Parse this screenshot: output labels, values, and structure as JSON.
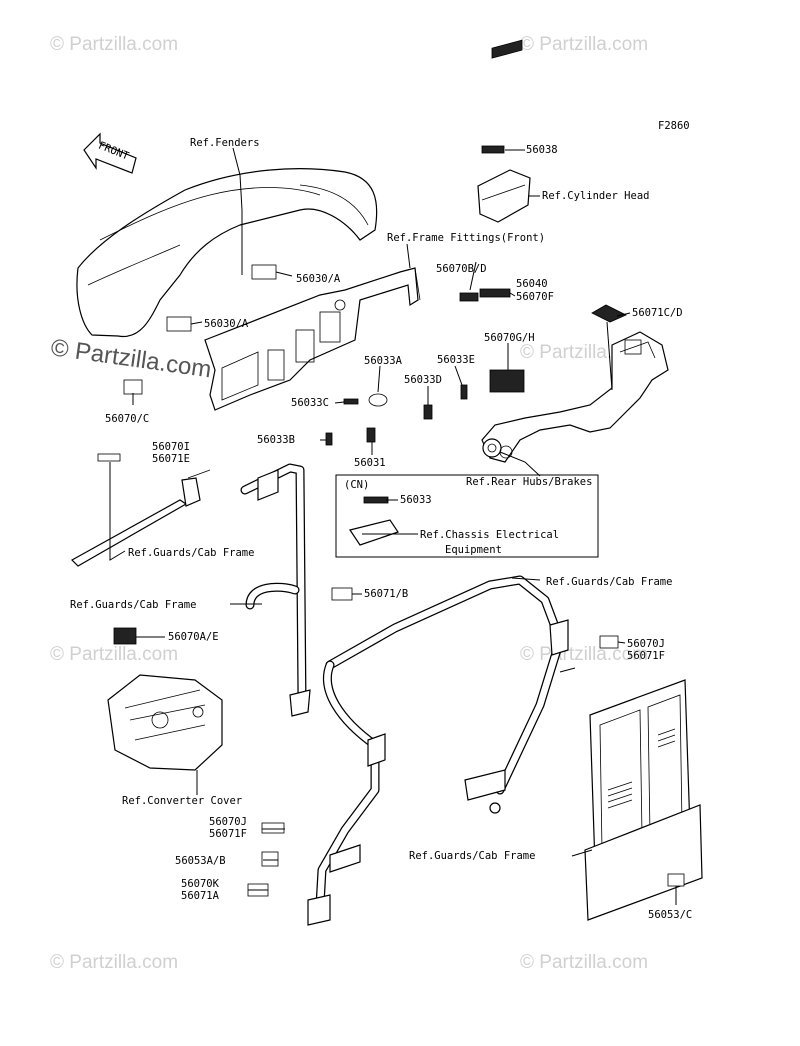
{
  "diagram_code": "F2860",
  "watermarks": {
    "text": "© Partzilla.com",
    "large_text": "© Partzilla.com"
  },
  "arrow_label": "FRONT",
  "cn_box": {
    "tag": "(CN)",
    "part": "56033",
    "ref_line1": "Ref.Chassis Electrical",
    "ref_line2": "Equipment"
  },
  "labels": {
    "ref_fenders": "Ref.Fenders",
    "p56038": "56038",
    "ref_cyl_head": "Ref.Cylinder Head",
    "ref_frame_front": "Ref.Frame Fittings(Front)",
    "p56030a_1": "56030/A",
    "p56030a_2": "56030/A",
    "p56070bd": "56070B/D",
    "p56040": "56040",
    "p56070f": "56070F",
    "p56071cd": "56071C/D",
    "p56070gh": "56070G/H",
    "p56033a": "56033A",
    "p56033e": "56033E",
    "p56033d": "56033D",
    "p56033c": "56033C",
    "p56070c": "56070/C",
    "p56033b": "56033B",
    "p56031": "56031",
    "p56070i": "56070I",
    "p56071e": "56071E",
    "ref_rear_hubs": "Ref.Rear Hubs/Brakes",
    "ref_guards_1": "Ref.Guards/Cab Frame",
    "ref_guards_2": "Ref.Guards/Cab Frame",
    "ref_guards_3": "Ref.Guards/Cab Frame",
    "ref_guards_4": "Ref.Guards/Cab Frame",
    "p56071b": "56071/B",
    "p56070ae": "56070A/E",
    "p56070j_1": "56070J",
    "p56071f_1": "56071F",
    "ref_converter": "Ref.Converter Cover",
    "p56070j_2": "56070J",
    "p56071f_2": "56071F",
    "p56053ab": "56053A/B",
    "p56070k": "56070K",
    "p56071a": "56071A",
    "p56053c": "56053/C"
  }
}
